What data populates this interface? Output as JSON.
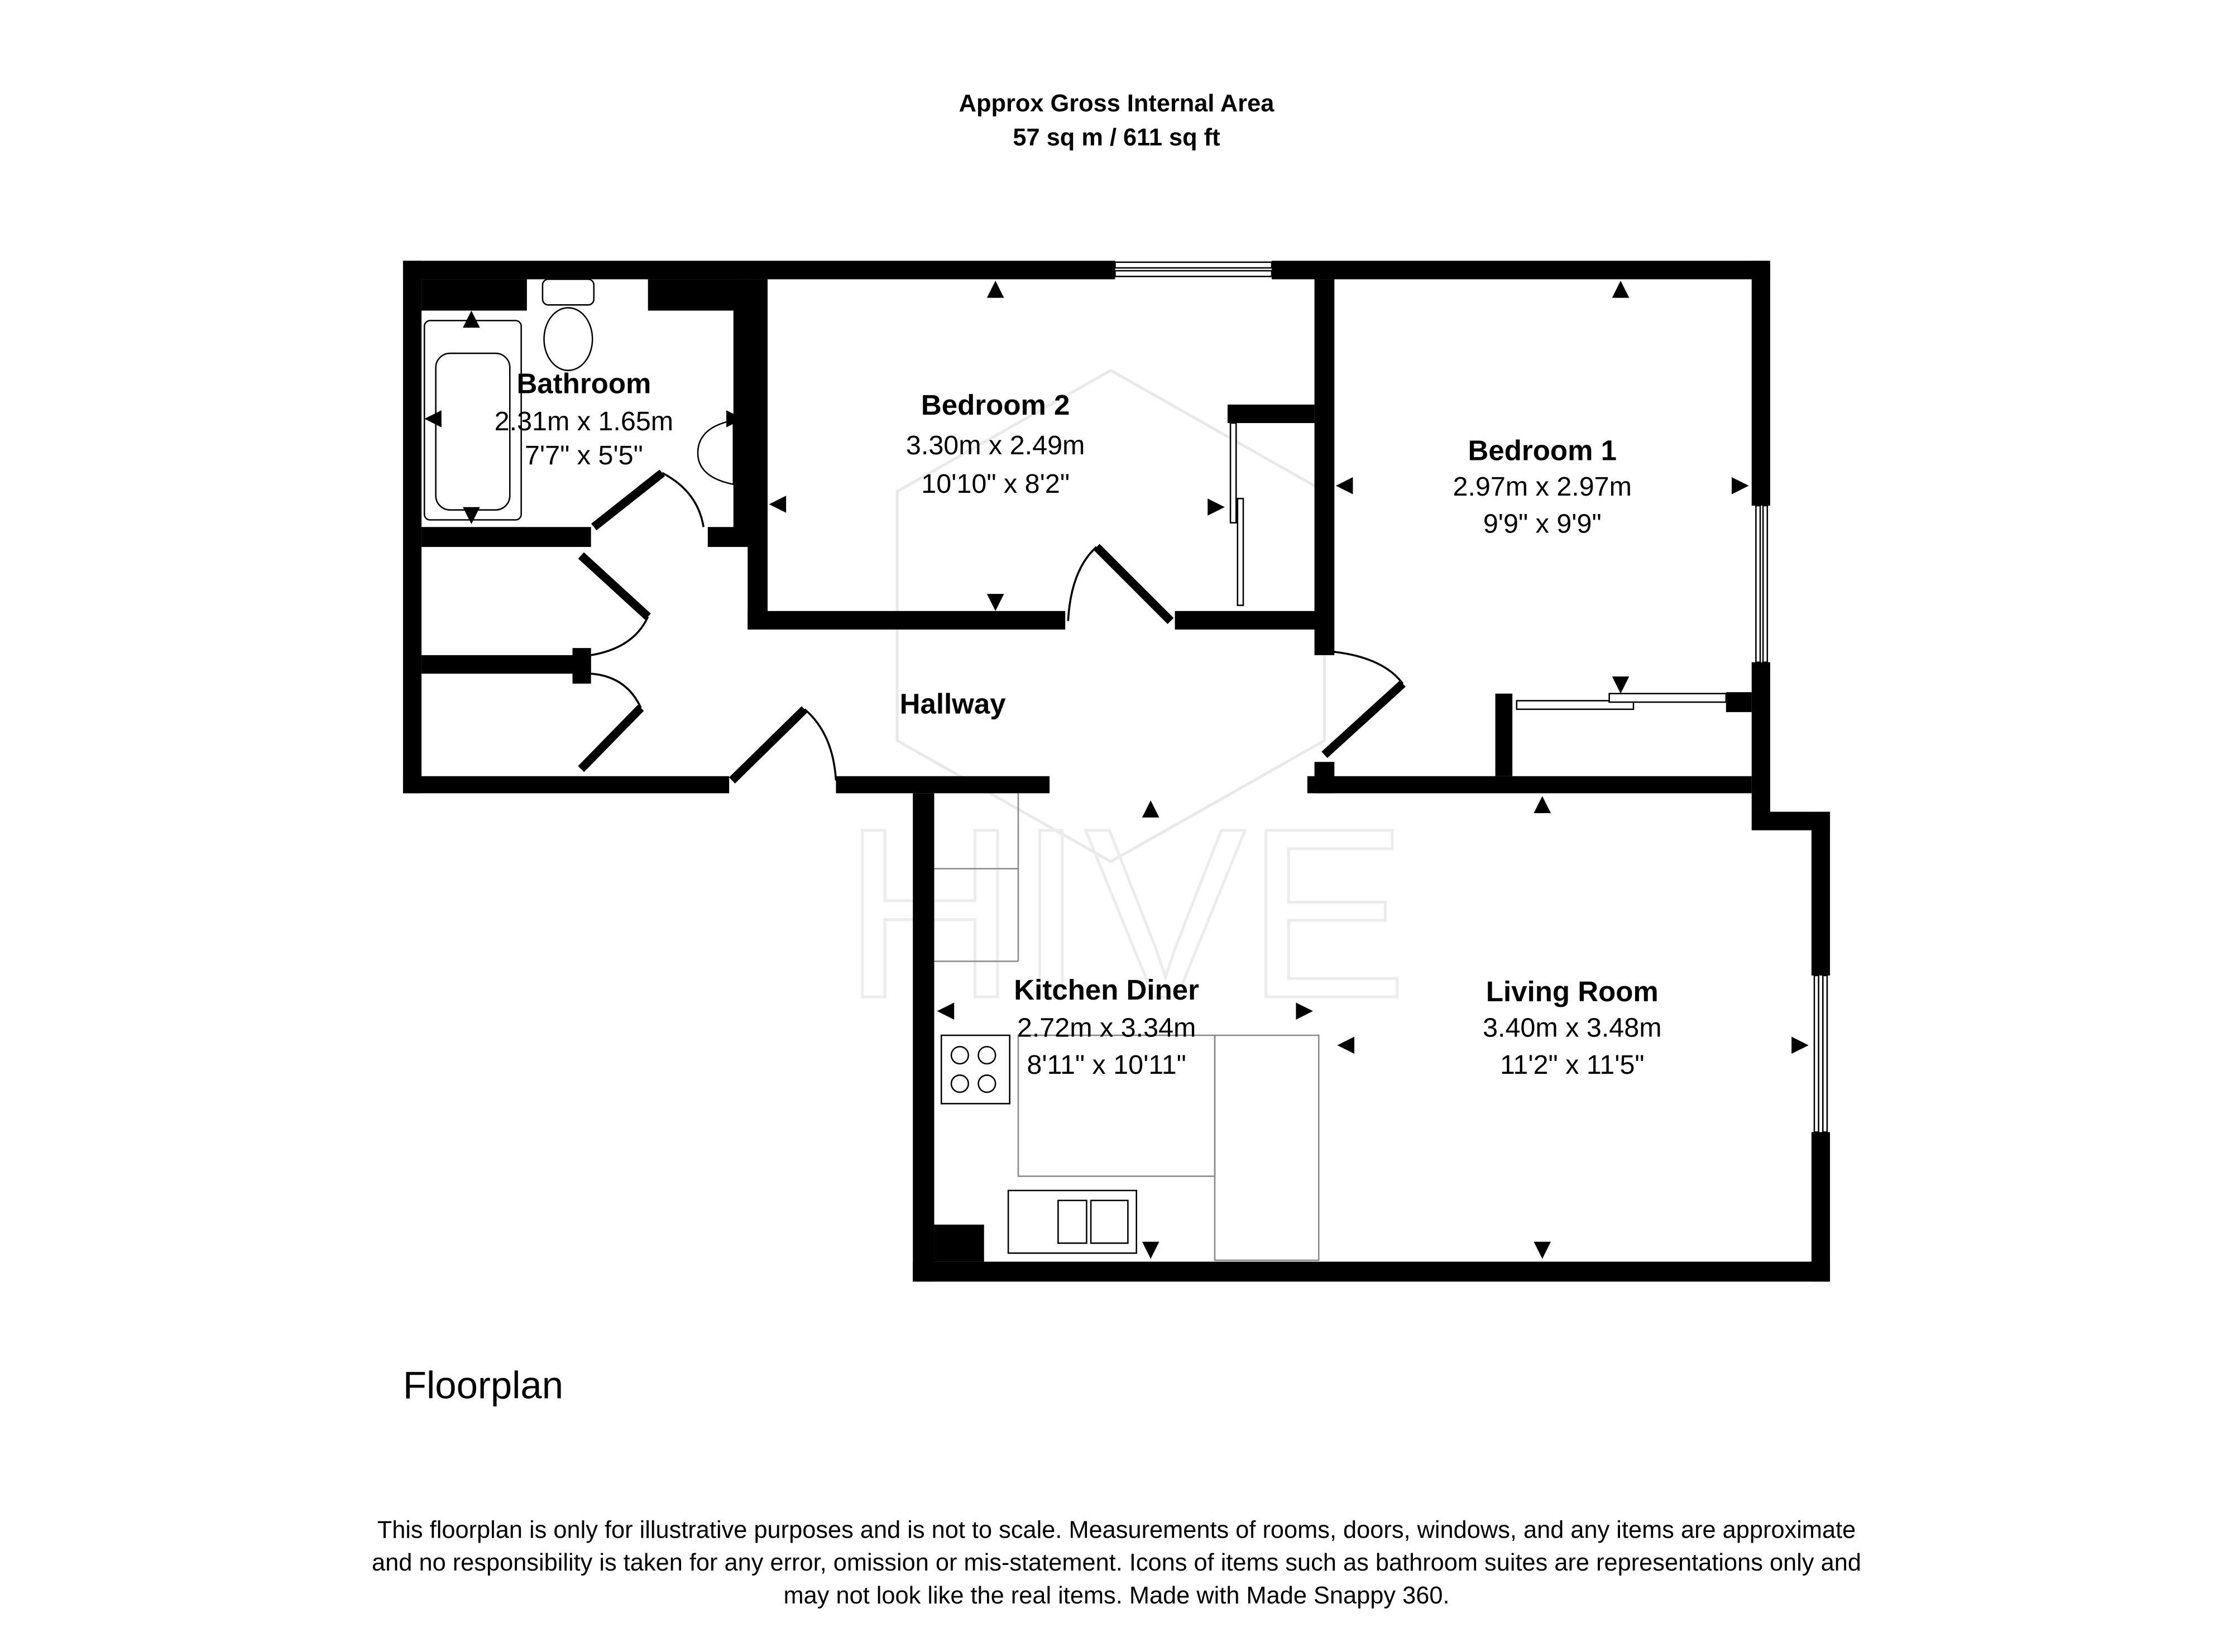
{
  "header": {
    "title_line1": "Approx Gross Internal Area",
    "title_line2": "57 sq m / 611 sq ft"
  },
  "rooms": [
    {
      "name": "Bathroom",
      "metric": "2.31m x 1.65m",
      "imperial": "7'7\" x 5'5\""
    },
    {
      "name": "Bedroom 2",
      "metric": "3.30m x 2.49m",
      "imperial": "10'10\" x 8'2\""
    },
    {
      "name": "Bedroom 1",
      "metric": "2.97m x 2.97m",
      "imperial": "9'9\" x 9'9\""
    },
    {
      "name": "Hallway"
    },
    {
      "name": "Kitchen Diner",
      "metric": "2.72m x 3.34m",
      "imperial": "8'11\" x 10'11\""
    },
    {
      "name": "Living Room",
      "metric": "3.40m x 3.48m",
      "imperial": "11'2\" x 11'5\""
    }
  ],
  "floor_label": "Floorplan",
  "watermark": "HIVE",
  "disclaimer": {
    "line1": "This floorplan is only for illustrative purposes and is not to scale. Measurements of rooms, doors, windows, and any items are approximate",
    "line2": "and no responsibility is taken for any error, omission or mis-statement. Icons of items such as bathroom suites are representations only and",
    "line3": "may not look like the real items. Made with Made Snappy 360."
  }
}
